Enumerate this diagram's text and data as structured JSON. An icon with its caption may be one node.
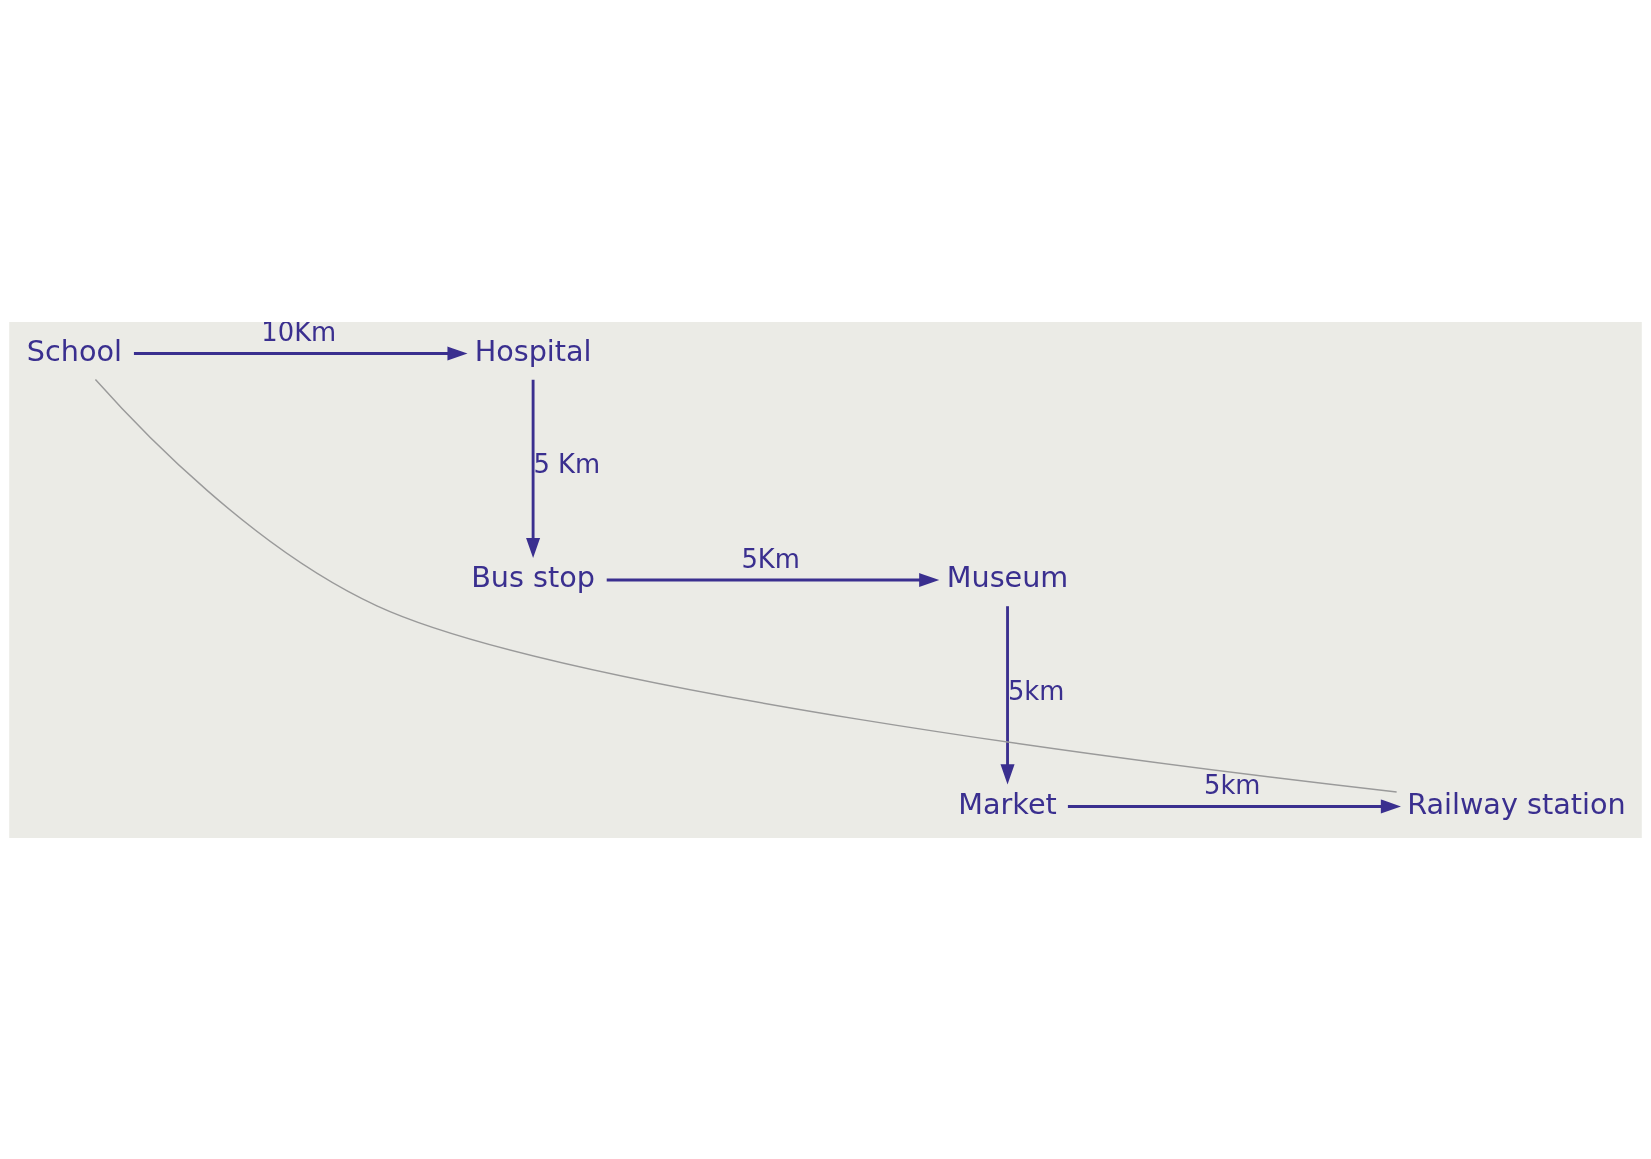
{
  "diagram": {
    "nodes": [
      {
        "text": [
          "School"
        ]
      },
      {
        "text": [
          "Hospital"
        ]
      },
      {
        "text": [
          "Bus stop"
        ]
      },
      {
        "text": [
          "Museum"
        ]
      },
      {
        "text": [
          "Market"
        ]
      },
      {
        "text": [
          "Railway station"
        ]
      }
    ],
    "edges": [
      {
        "from": 0,
        "to": 1,
        "arrow": "to",
        "label": "10Km"
      },
      {
        "from": 1,
        "to": 2,
        "arrow": "to",
        "label": "5 Km"
      },
      {
        "from": 2,
        "to": 3,
        "arrow": "to",
        "label": "5Km"
      },
      {
        "from": 3,
        "to": 4,
        "arrow": "to",
        "label": "5km"
      },
      {
        "from": 4,
        "to": 5,
        "arrow": "to",
        "label": "5km"
      },
      {
        "from": 5,
        "to": 0,
        "arrow": "none",
        "color": "#9a9a9a"
      }
    ]
  }
}
